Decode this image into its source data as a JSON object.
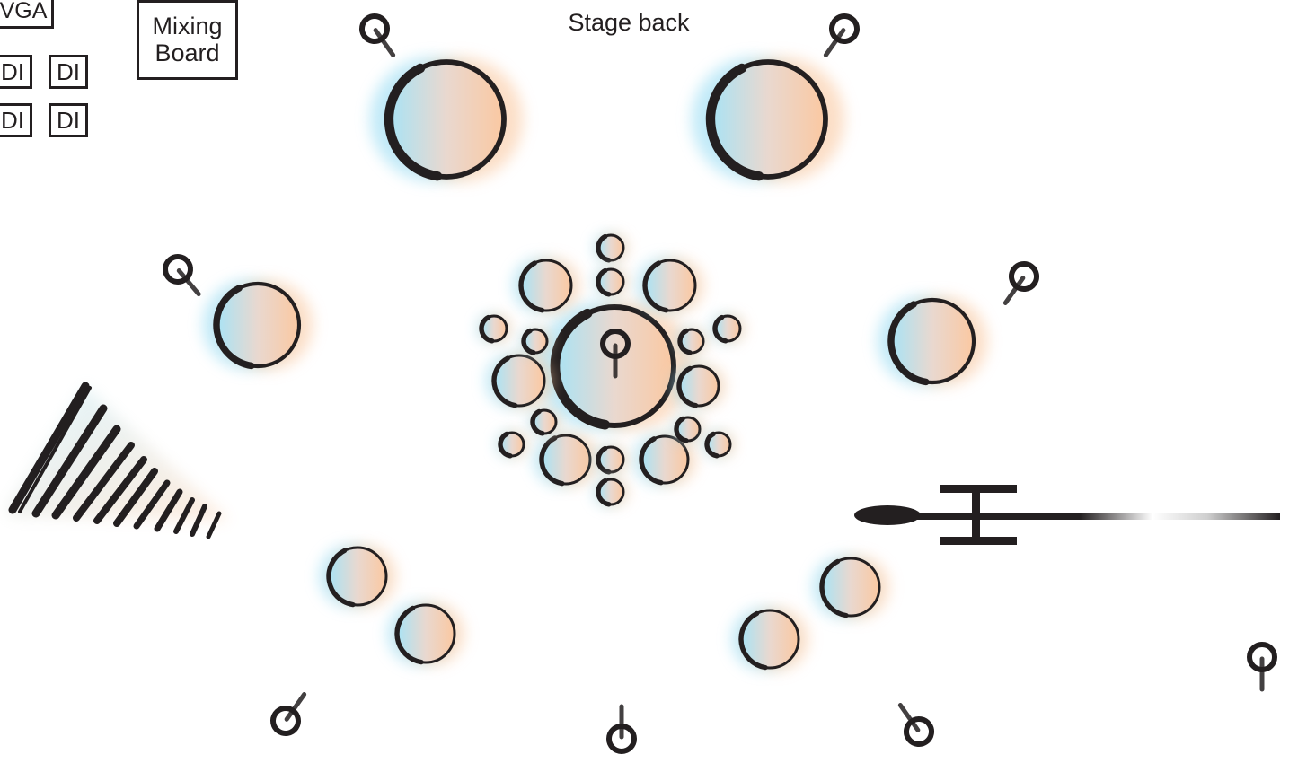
{
  "labels": {
    "stage_back": "Stage back",
    "vga": "VGA",
    "mixing_board": "Mixing\nBoard",
    "di": [
      "DI",
      "DI",
      "DI",
      "DI"
    ]
  },
  "colors": {
    "ink": "#231f20",
    "glow_blue": "#9adcf2",
    "glow_orange": "#f9c9a3"
  },
  "icons": {
    "drum": "drum-icon",
    "microphone": "microphone-icon",
    "xylophone": "xylophone-icon",
    "keyboard_stand": "keyboard-stand-icon"
  }
}
